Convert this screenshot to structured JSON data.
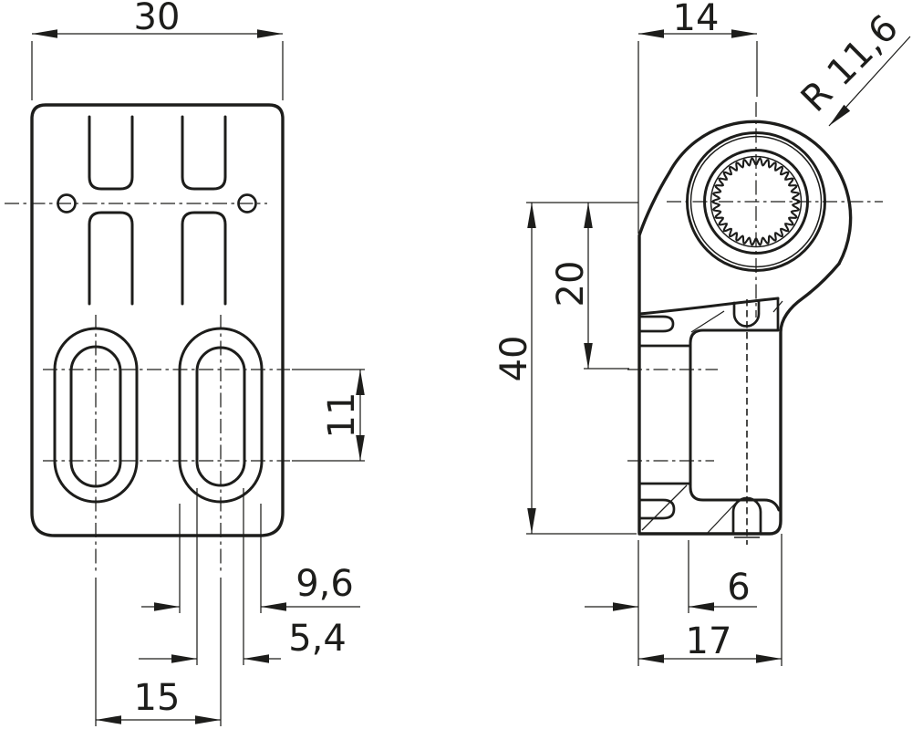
{
  "meta": {
    "background": "#ffffff",
    "line_color": "#1d1d1b",
    "drawing_type": "2-view technical drawing of clamping bracket"
  },
  "front_view": {
    "dims": {
      "plate_width": "30",
      "slot_arc_spacing": "11",
      "slot_outer_width": "9,6",
      "slot_inner_width": "5,4",
      "slot_center_distance": "15"
    }
  },
  "side_view": {
    "dims": {
      "head_depth": "14",
      "head_radius": "R 11,6",
      "overall_height": "40",
      "upper_height": "20",
      "flange_depth": "6",
      "overall_depth": "17"
    }
  }
}
